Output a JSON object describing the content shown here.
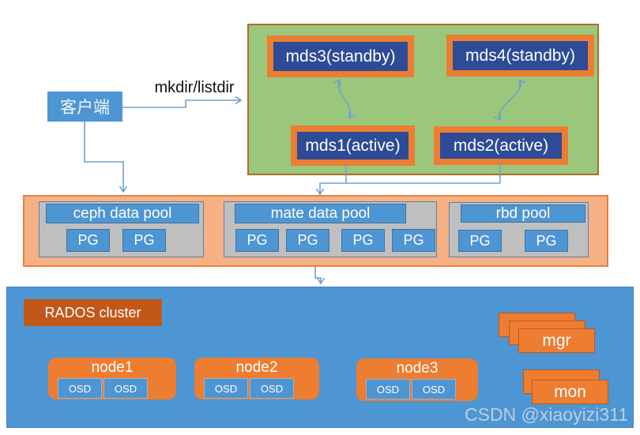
{
  "colors": {
    "blue": "#4e95d3",
    "navy": "#2d4b96",
    "orange": "#ed7d31",
    "dark_orange": "#c2571a",
    "green": "#9bc77d",
    "salmon": "#f5b183",
    "gray": "#bfbfbf",
    "arrow": "#6fa0d0"
  },
  "client": {
    "label": "客户端"
  },
  "flow_label": "mkdir/listdir",
  "mds_cluster": {
    "standby": [
      {
        "label": "mds3(standby)"
      },
      {
        "label": "mds4(standby)"
      }
    ],
    "active": [
      {
        "label": "mds1(active)"
      },
      {
        "label": "mds2(active)"
      }
    ]
  },
  "pools": [
    {
      "title": "ceph data pool",
      "pgs": [
        "PG",
        "PG"
      ]
    },
    {
      "title": "mate data pool",
      "pgs": [
        "PG",
        "PG",
        "PG",
        "PG"
      ]
    },
    {
      "title": "rbd pool",
      "pgs": [
        "PG",
        "PG"
      ]
    }
  ],
  "rados": {
    "title": "RADOS cluster",
    "nodes": [
      {
        "label": "node1",
        "osds": [
          "OSD",
          "OSD"
        ]
      },
      {
        "label": "node2",
        "osds": [
          "OSD",
          "OSD"
        ]
      },
      {
        "label": "node3",
        "osds": [
          "OSD",
          "OSD"
        ]
      }
    ],
    "services": [
      {
        "label": "mgr",
        "stack": 3
      },
      {
        "label": "mon",
        "stack": 2
      }
    ]
  },
  "watermark": "CSDN @xiaoyizi311"
}
